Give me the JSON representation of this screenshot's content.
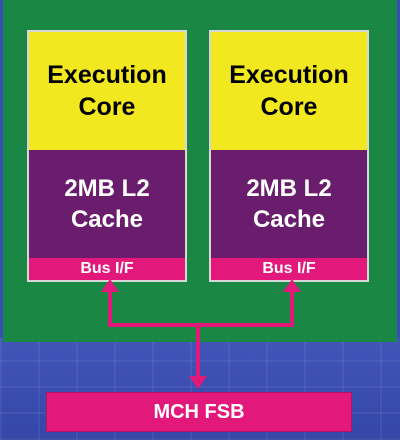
{
  "diagram": {
    "left_core": {
      "execution_label": "Execution\nCore",
      "cache_label": "2MB L2\nCache",
      "bus_label": "Bus I/F"
    },
    "right_core": {
      "execution_label": "Execution\nCore",
      "cache_label": "2MB L2\nCache",
      "bus_label": "Bus I/F"
    },
    "bus": {
      "label": "MCH FSB"
    }
  },
  "colors": {
    "package": "#1a8744",
    "execution_core": "#f2e81f",
    "cache": "#6a1d6d",
    "bus_interface": "#e2197a",
    "background_die": "#3a4fb1"
  }
}
